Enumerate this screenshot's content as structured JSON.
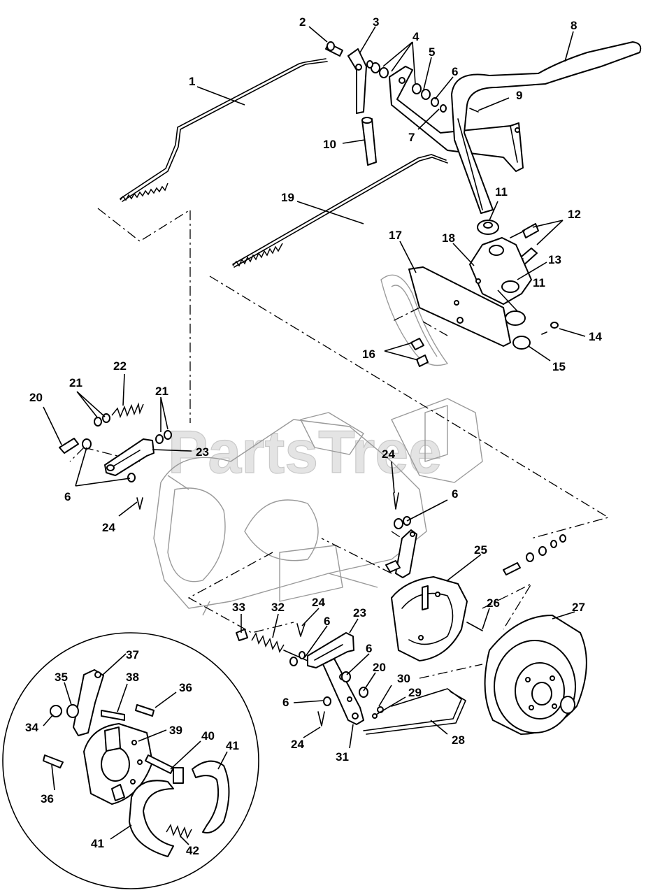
{
  "watermark": "PartsTree",
  "callouts": [
    "1",
    "2",
    "3",
    "4",
    "5",
    "6",
    "7",
    "8",
    "9",
    "10",
    "11",
    "12",
    "13",
    "14",
    "15",
    "16",
    "17",
    "18",
    "19",
    "20",
    "21",
    "22",
    "23",
    "24",
    "25",
    "26",
    "27",
    "28",
    "29",
    "30",
    "31",
    "32",
    "33",
    "34",
    "35",
    "36",
    "37",
    "38",
    "39",
    "40",
    "41",
    "42"
  ]
}
